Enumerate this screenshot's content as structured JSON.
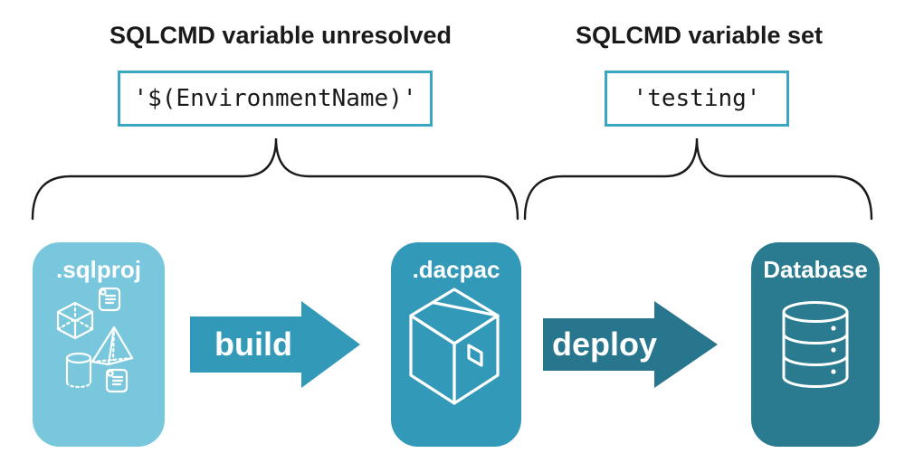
{
  "annotations": {
    "left": {
      "title": "SQLCMD variable unresolved",
      "code": "'$(EnvironmentName)'"
    },
    "right": {
      "title": "SQLCMD variable set",
      "code": "'testing'"
    }
  },
  "flow": {
    "nodes": [
      {
        "id": "sqlproj",
        "label": ".sqlproj",
        "icon": "sql-objects-icons"
      },
      {
        "id": "dacpac",
        "label": ".dacpac",
        "icon": "package-icon"
      },
      {
        "id": "database",
        "label": "Database",
        "icon": "database-icon"
      }
    ],
    "arrows": [
      {
        "label": "build"
      },
      {
        "label": "deploy"
      }
    ]
  },
  "colors": {
    "code_box_border": "#3aa6c2",
    "sqlproj_bg": "#79c7dc",
    "dacpac_bg": "#3299b8",
    "build_arrow": "#3299b8",
    "deploy_arrow": "#27768d",
    "database_bg": "#2a7a90",
    "brace_stroke": "#1a1a1a",
    "text": "#1a1a1a",
    "node_label_text": "#ffffff"
  }
}
